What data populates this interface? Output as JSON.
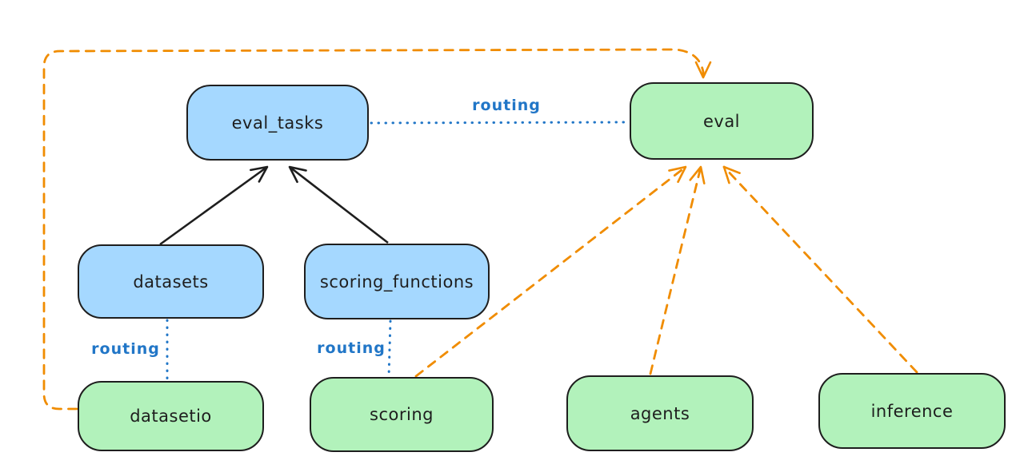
{
  "diagram": {
    "nodes": [
      {
        "id": "eval_tasks",
        "label": "eval_tasks",
        "color": "blue"
      },
      {
        "id": "eval",
        "label": "eval",
        "color": "green"
      },
      {
        "id": "datasets",
        "label": "datasets",
        "color": "blue"
      },
      {
        "id": "scoring_functions",
        "label": "scoring_functions",
        "color": "blue"
      },
      {
        "id": "datasetio",
        "label": "datasetio",
        "color": "green"
      },
      {
        "id": "scoring",
        "label": "scoring",
        "color": "green"
      },
      {
        "id": "agents",
        "label": "agents",
        "color": "green"
      },
      {
        "id": "inference",
        "label": "inference",
        "color": "green"
      }
    ],
    "edges": [
      {
        "from": "datasets",
        "to": "eval_tasks",
        "style": "solid-black-arrow",
        "label": ""
      },
      {
        "from": "scoring_functions",
        "to": "eval_tasks",
        "style": "solid-black-arrow",
        "label": ""
      },
      {
        "from": "eval_tasks",
        "to": "eval",
        "style": "dotted-blue",
        "label": "routing"
      },
      {
        "from": "datasets",
        "to": "datasetio",
        "style": "dotted-blue",
        "label": "routing"
      },
      {
        "from": "scoring_functions",
        "to": "scoring",
        "style": "dotted-blue",
        "label": "routing"
      },
      {
        "from": "datasetio",
        "to": "eval",
        "style": "dashed-orange-arrow",
        "label": ""
      },
      {
        "from": "scoring",
        "to": "eval",
        "style": "dashed-orange-arrow",
        "label": ""
      },
      {
        "from": "agents",
        "to": "eval",
        "style": "dashed-orange-arrow",
        "label": ""
      },
      {
        "from": "inference",
        "to": "eval",
        "style": "dashed-orange-arrow",
        "label": ""
      }
    ],
    "edge_labels": [
      {
        "id": "routing-evaltasks-eval",
        "text": "routing"
      },
      {
        "id": "routing-datasets-datasetio",
        "text": "routing"
      },
      {
        "id": "routing-scoringfunctions-scoring",
        "text": "routing"
      }
    ],
    "colors": {
      "background": "#ffffff",
      "blue_fill": "#a5d8ff",
      "green_fill": "#b2f2bb",
      "stroke": "#1e1e1e",
      "routing_blue": "#2176c7",
      "orange": "#f08c00"
    }
  }
}
